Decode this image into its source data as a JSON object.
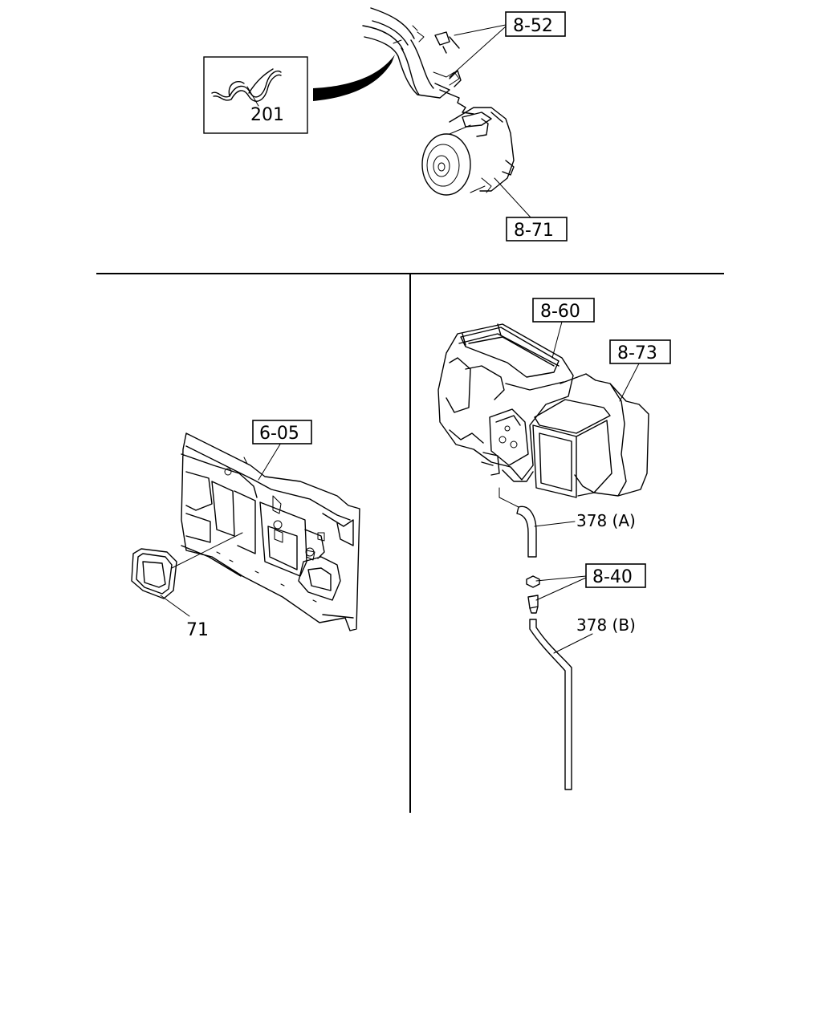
{
  "callouts": {
    "clip": "201",
    "ref_8_52": "8-52",
    "ref_8_71": "8-71",
    "ref_8_60": "8-60",
    "ref_8_73": "8-73",
    "ref_6_05": "6-05",
    "grommet": "71",
    "hose_a": "378 (A)",
    "ref_8_40": "8-40",
    "hose_b": "378 (B)"
  }
}
